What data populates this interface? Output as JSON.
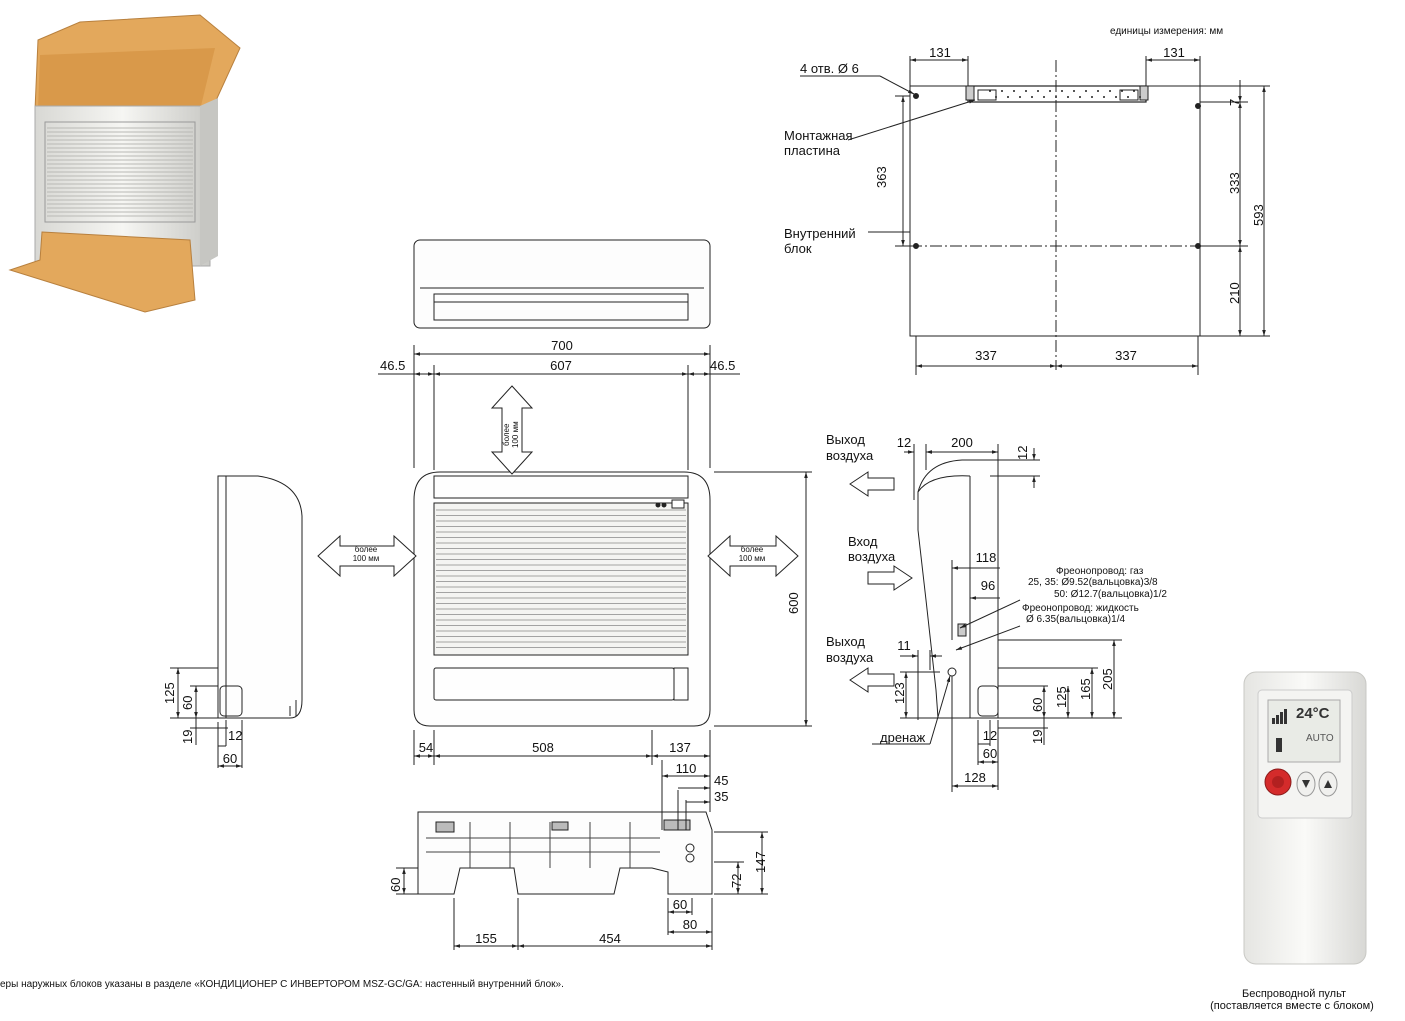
{
  "header": {
    "units": "единицы измерения: мм"
  },
  "footer": {
    "note": "еры наружных блоков указаны в разделе «КОНДИЦИОНЕР С ИНВЕРТОРОМ MSZ-GC/GA: настенный внутренний блок».",
    "remote_caption_line1": "Беспроводной пульт",
    "remote_caption_line2": "(поставляется вместе с блоком)"
  },
  "mounting": {
    "holes": "4 отв. Ø 6",
    "plate_line1": "Монтажная",
    "plate_line2": "пластина",
    "unit_line1": "Внутренний",
    "unit_line2": "блок",
    "dims": {
      "left_top": "131",
      "right_top": "131",
      "d7": "7",
      "d333": "333",
      "d593": "593",
      "d210": "210",
      "d363": "363",
      "bottom_left": "337",
      "bottom_right": "337"
    }
  },
  "front": {
    "clearance": "более\n100 мм",
    "clearance_l1": "более",
    "clearance_l2": "100 мм",
    "dims": {
      "width": "700",
      "inner": "607",
      "side_left": "46.5",
      "side_right": "46.5",
      "height": "600",
      "b54": "54",
      "b508": "508",
      "b137": "137"
    }
  },
  "left_side": {
    "dims": {
      "d125": "125",
      "d60": "60",
      "d19": "19",
      "d12": "12",
      "b60": "60"
    }
  },
  "bottom_view": {
    "dims": {
      "d110": "110",
      "d45": "45",
      "d35": "35",
      "d147": "147",
      "d72": "72",
      "d60v": "60",
      "b60": "60",
      "b80": "80",
      "b155": "155",
      "b454": "454"
    }
  },
  "right_side": {
    "outlet_top_l1": "Выход",
    "outlet_top_l2": "воздуха",
    "inlet_l1": "Вход",
    "inlet_l2": "воздуха",
    "outlet_bottom_l1": "Выход",
    "outlet_bottom_l2": "воздуха",
    "drain": "дренаж",
    "gas_l1": "Фреонопровод: газ",
    "gas_l2": "25, 35:  Ø9.52(вальцовка)3/8",
    "gas_l3": "50:  Ø12.7(вальцовка)1/2",
    "liquid_l1": "Фреонопровод: жидкость",
    "liquid_l2": "Ø 6.35(вальцовка)1/4",
    "dims": {
      "d12": "12",
      "d200": "200",
      "d12v": "12",
      "d118": "118",
      "d96": "96",
      "d11": "11",
      "d123": "123",
      "d205": "205",
      "d165": "165",
      "d125": "125",
      "d60": "60",
      "d19": "19",
      "b12": "12",
      "b60": "60",
      "b128": "128"
    }
  },
  "remote": {
    "display": "24°C",
    "display2": "AUTO"
  },
  "colors": {
    "line": "#222222",
    "cardboard": "#e3a85c",
    "unit_body": "#f1f1ee",
    "red_button": "#d42b2b"
  }
}
